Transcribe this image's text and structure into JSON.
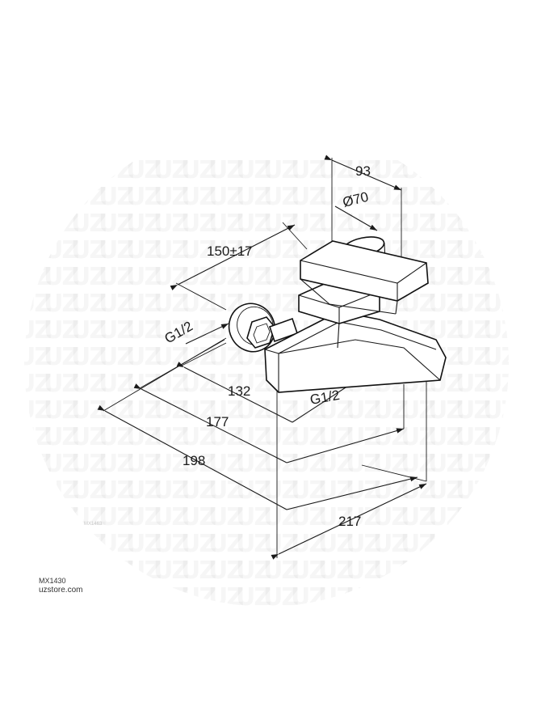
{
  "product_code": "MX1430",
  "site": "uzstore.com",
  "watermark": {
    "text": "UZ",
    "small_code": "MX1463"
  },
  "dimensions": {
    "d93": "93",
    "d70": "Ø70",
    "d150": "150±17",
    "g12_left": "G1/2",
    "d132": "132",
    "g12_right": "G1/2",
    "d177": "177",
    "d198": "198",
    "d217": "217"
  }
}
